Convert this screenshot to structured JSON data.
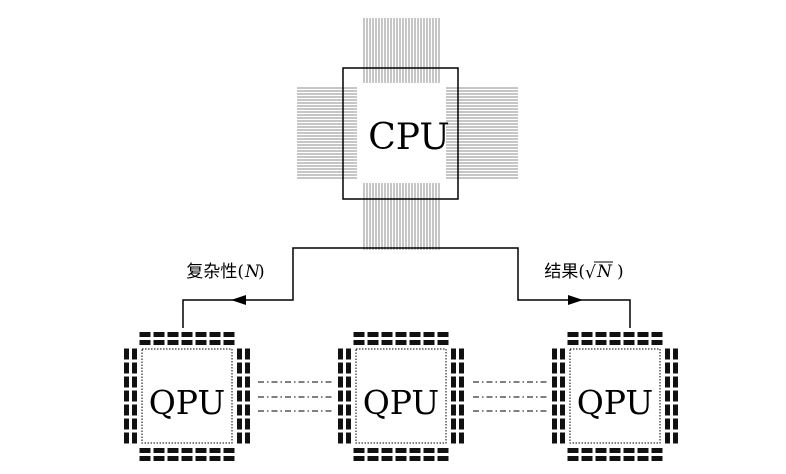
{
  "cpu": {
    "label": "CPU"
  },
  "qpus": [
    {
      "label": "QPU"
    },
    {
      "label": "QPU"
    },
    {
      "label": "QPU"
    }
  ],
  "edges": {
    "complexity": {
      "prefix": "复杂性(",
      "var": "N",
      "suffix": ")"
    },
    "result": {
      "prefix": "结果(",
      "radical": "√",
      "var": "N",
      "suffix": ")"
    }
  },
  "colors": {
    "cpu_pin": "#8c8c8c",
    "line": "#000000",
    "qpu_pin": "#111111"
  }
}
